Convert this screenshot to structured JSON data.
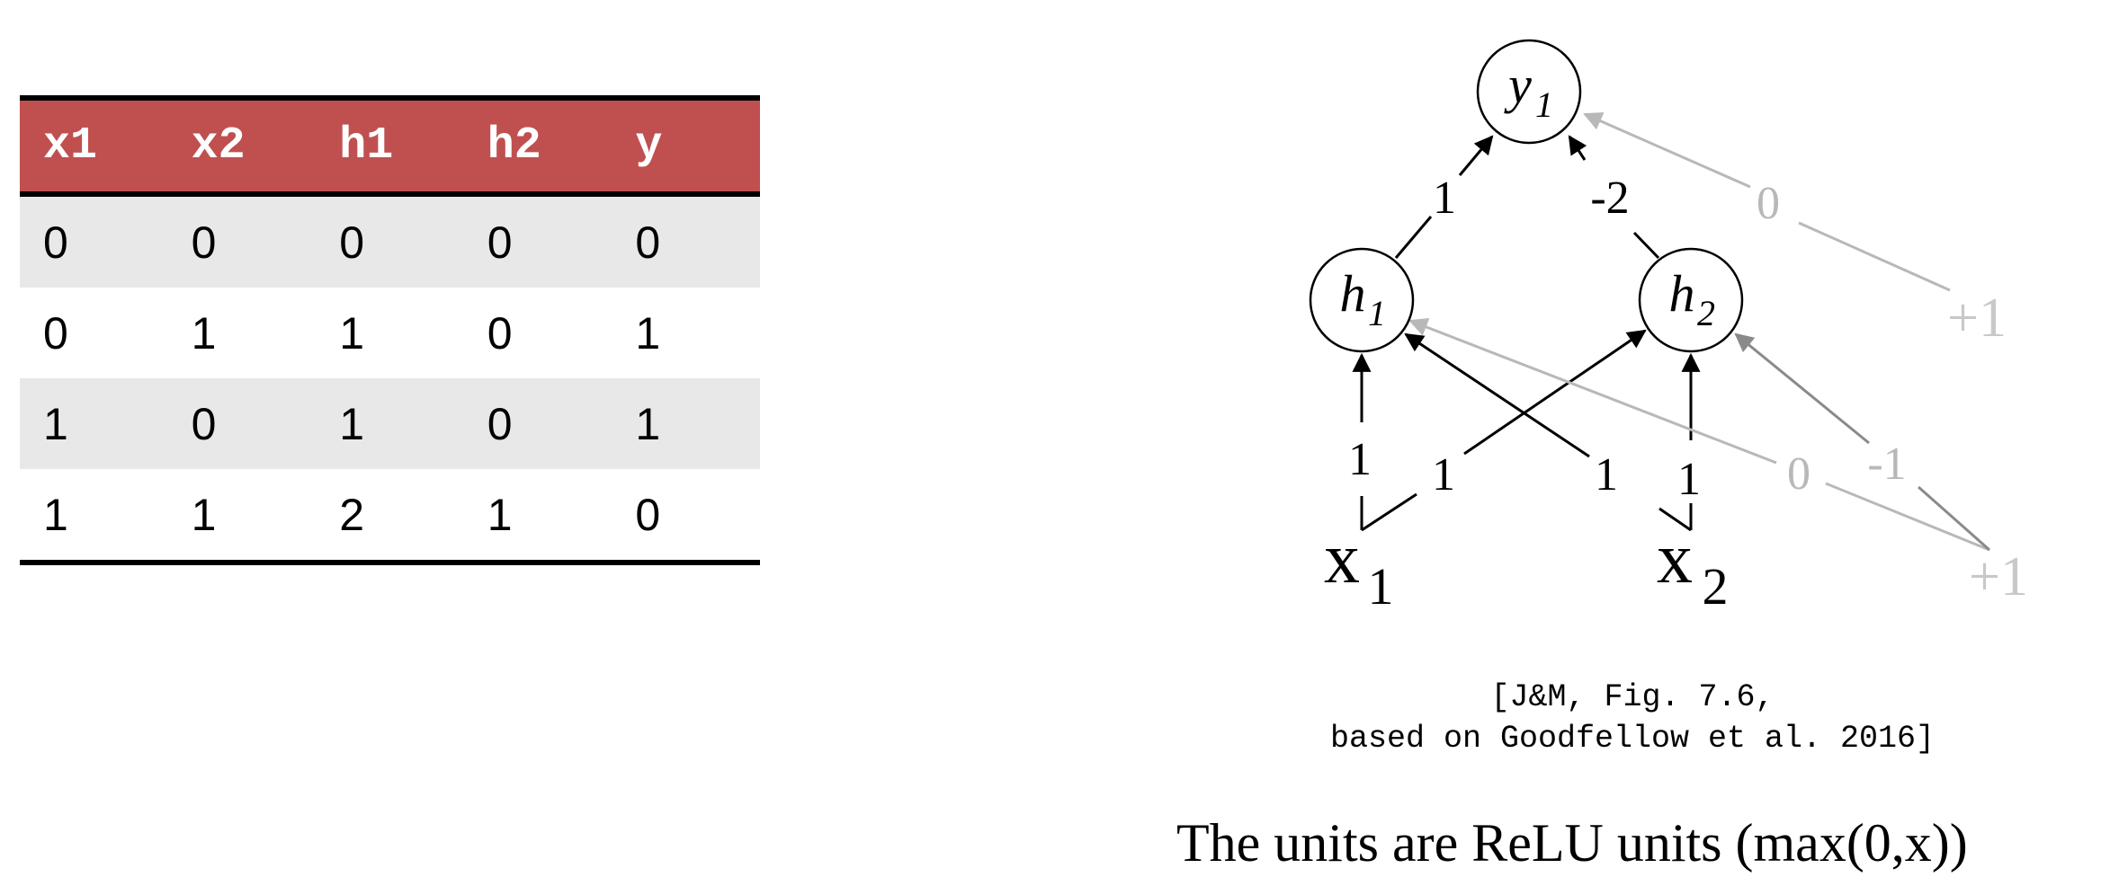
{
  "table": {
    "headers": [
      "x1",
      "x2",
      "h1",
      "h2",
      "y"
    ],
    "rows": [
      [
        "0",
        "0",
        "0",
        "0",
        "0"
      ],
      [
        "0",
        "1",
        "1",
        "0",
        "1"
      ],
      [
        "1",
        "0",
        "1",
        "0",
        "1"
      ],
      [
        "1",
        "1",
        "2",
        "1",
        "0"
      ]
    ],
    "header_bg": "#c05050",
    "stripe_color": "#e8e8e8"
  },
  "diagram": {
    "nodes": {
      "y1": {
        "label": "y",
        "sub": "1"
      },
      "h1": {
        "label": "h",
        "sub": "1"
      },
      "h2": {
        "label": "h",
        "sub": "2"
      },
      "x1": {
        "label": "x",
        "sub": "1"
      },
      "x2": {
        "label": "x",
        "sub": "2"
      }
    },
    "bias_top": "+1",
    "bias_bottom": "+1",
    "weights": {
      "h1_to_y1": "1",
      "h2_to_y1": "-2",
      "bias_to_y1": "0",
      "x1_to_h1": "1",
      "x1_to_h2": "1",
      "x2_to_h1": "1",
      "x2_to_h2": "1",
      "bias_to_h1": "0",
      "bias_to_h2": "-1"
    },
    "bias_color": "#b8b8b8"
  },
  "caption": {
    "line1": "[J&M, Fig. 7.6,",
    "line2": "based on Goodfellow et al. 2016]"
  },
  "note": "The units are ReLU units (max(0,x))"
}
